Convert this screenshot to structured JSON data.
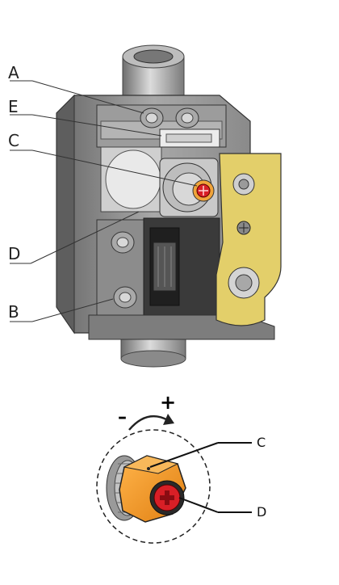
{
  "diagram": {
    "upper_labels": {
      "a": "A",
      "e": "E",
      "c": "C",
      "d": "D",
      "b": "B"
    },
    "lower_labels": {
      "c": "C",
      "d": "D"
    },
    "adjust_signs": {
      "minus": "–",
      "plus": "+"
    }
  },
  "colors": {
    "valve_body": "#8f8f8f",
    "bracket_yellow": "#e3cf6a",
    "nut_orange": "#f29a2b",
    "cap_red": "#d81f26"
  },
  "icons": [
    "rotation-arrow-icon"
  ]
}
